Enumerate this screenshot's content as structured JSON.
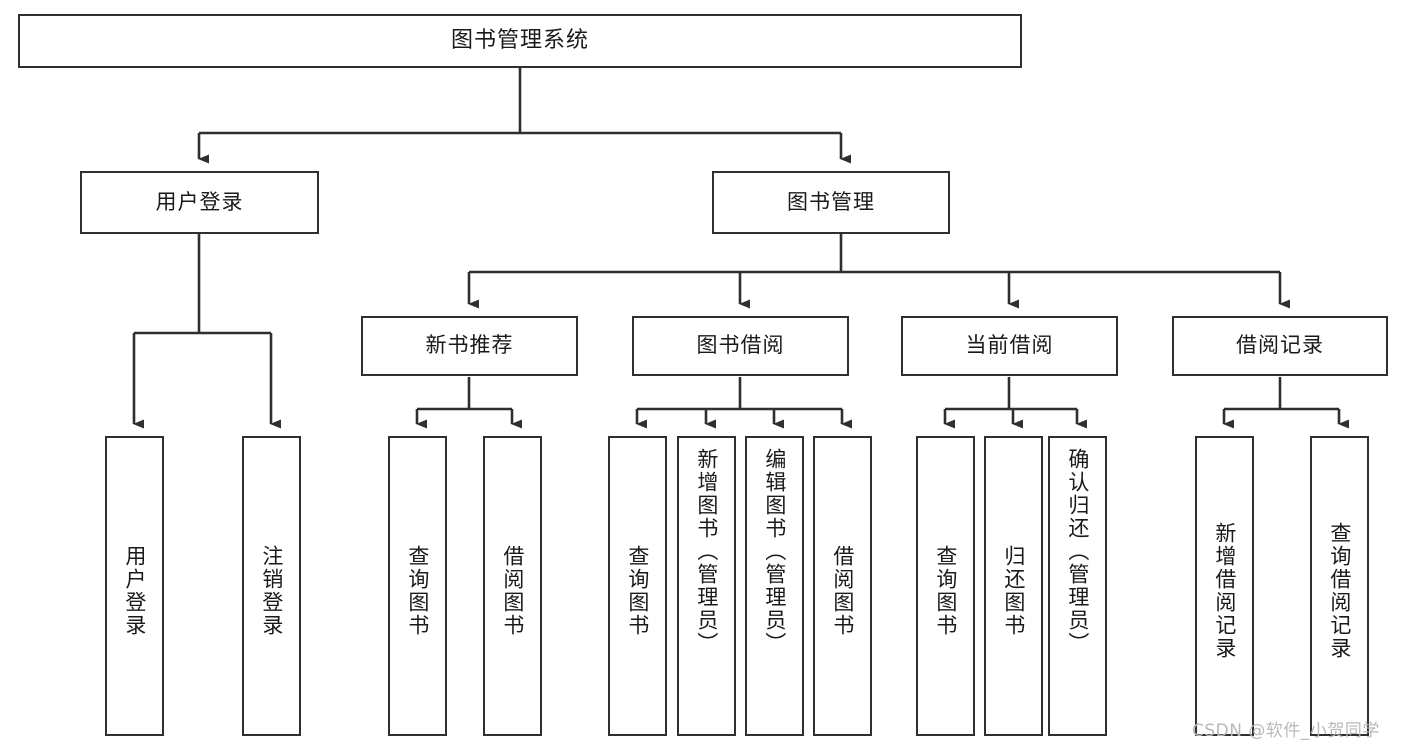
{
  "diagram": {
    "title": "图书管理系统",
    "type": "function-hierarchy-tree",
    "stroke_color": "#2f2f2f",
    "fill_color": "#ffffff",
    "text_color": "#1a1a1a",
    "background": "#ffffff"
  },
  "nodes": {
    "root": {
      "label": "图书管理系统",
      "level": 1,
      "orientation": "horizontal"
    },
    "l2": [
      {
        "label": "用户登录",
        "level": 2,
        "orientation": "horizontal"
      },
      {
        "label": "图书管理",
        "level": 2,
        "orientation": "horizontal"
      }
    ],
    "l3": [
      {
        "label": "新书推荐",
        "level": 3,
        "orientation": "horizontal"
      },
      {
        "label": "图书借阅",
        "level": 3,
        "orientation": "horizontal"
      },
      {
        "label": "当前借阅",
        "level": 3,
        "orientation": "horizontal"
      },
      {
        "label": "借阅记录",
        "level": 3,
        "orientation": "horizontal"
      }
    ],
    "leaves_user_login": [
      {
        "label": "用户登录",
        "orientation": "vertical"
      },
      {
        "label": "注销登录",
        "orientation": "vertical"
      }
    ],
    "leaves_new_book": [
      {
        "label": "查询图书",
        "orientation": "vertical"
      },
      {
        "label": "借阅图书",
        "orientation": "vertical"
      }
    ],
    "leaves_book_borrow": [
      {
        "label": "查询图书",
        "orientation": "vertical"
      },
      {
        "label": "新增图书（管理员）",
        "orientation": "vertical"
      },
      {
        "label": "编辑图书（管理员）",
        "orientation": "vertical"
      },
      {
        "label": "借阅图书",
        "orientation": "vertical"
      }
    ],
    "leaves_current_borrow": [
      {
        "label": "查询图书",
        "orientation": "vertical"
      },
      {
        "label": "归还图书",
        "orientation": "vertical"
      },
      {
        "label": "确认归还（管理员）",
        "orientation": "vertical"
      }
    ],
    "leaves_borrow_record": [
      {
        "label": "新增借阅记录",
        "orientation": "vertical"
      },
      {
        "label": "查询借阅记录",
        "orientation": "vertical"
      }
    ]
  },
  "watermark": {
    "text": "CSDN @软件_小贺同学"
  }
}
